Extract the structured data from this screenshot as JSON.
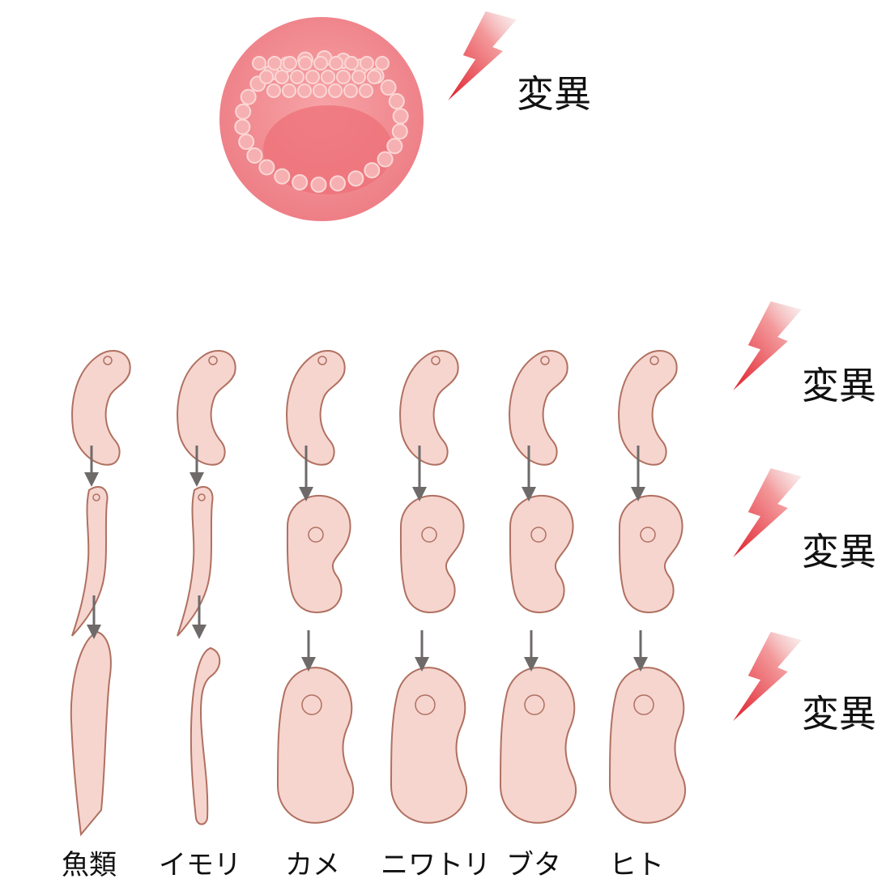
{
  "mutation_label": "変異",
  "species": [
    {
      "name": "魚類",
      "id": "fish"
    },
    {
      "name": "イモリ",
      "id": "newt"
    },
    {
      "name": "カメ",
      "id": "turtle"
    },
    {
      "name": "ニワトリ",
      "id": "chicken"
    },
    {
      "name": "ブタ",
      "id": "pig"
    },
    {
      "name": "ヒト",
      "id": "human"
    }
  ],
  "colors": {
    "embryo_fill": "#f6d5cf",
    "embryo_stroke": "#b07060",
    "cell_disc": "#f07f86",
    "arrow": "#6e6a6a",
    "lightning": "#e8323a"
  }
}
